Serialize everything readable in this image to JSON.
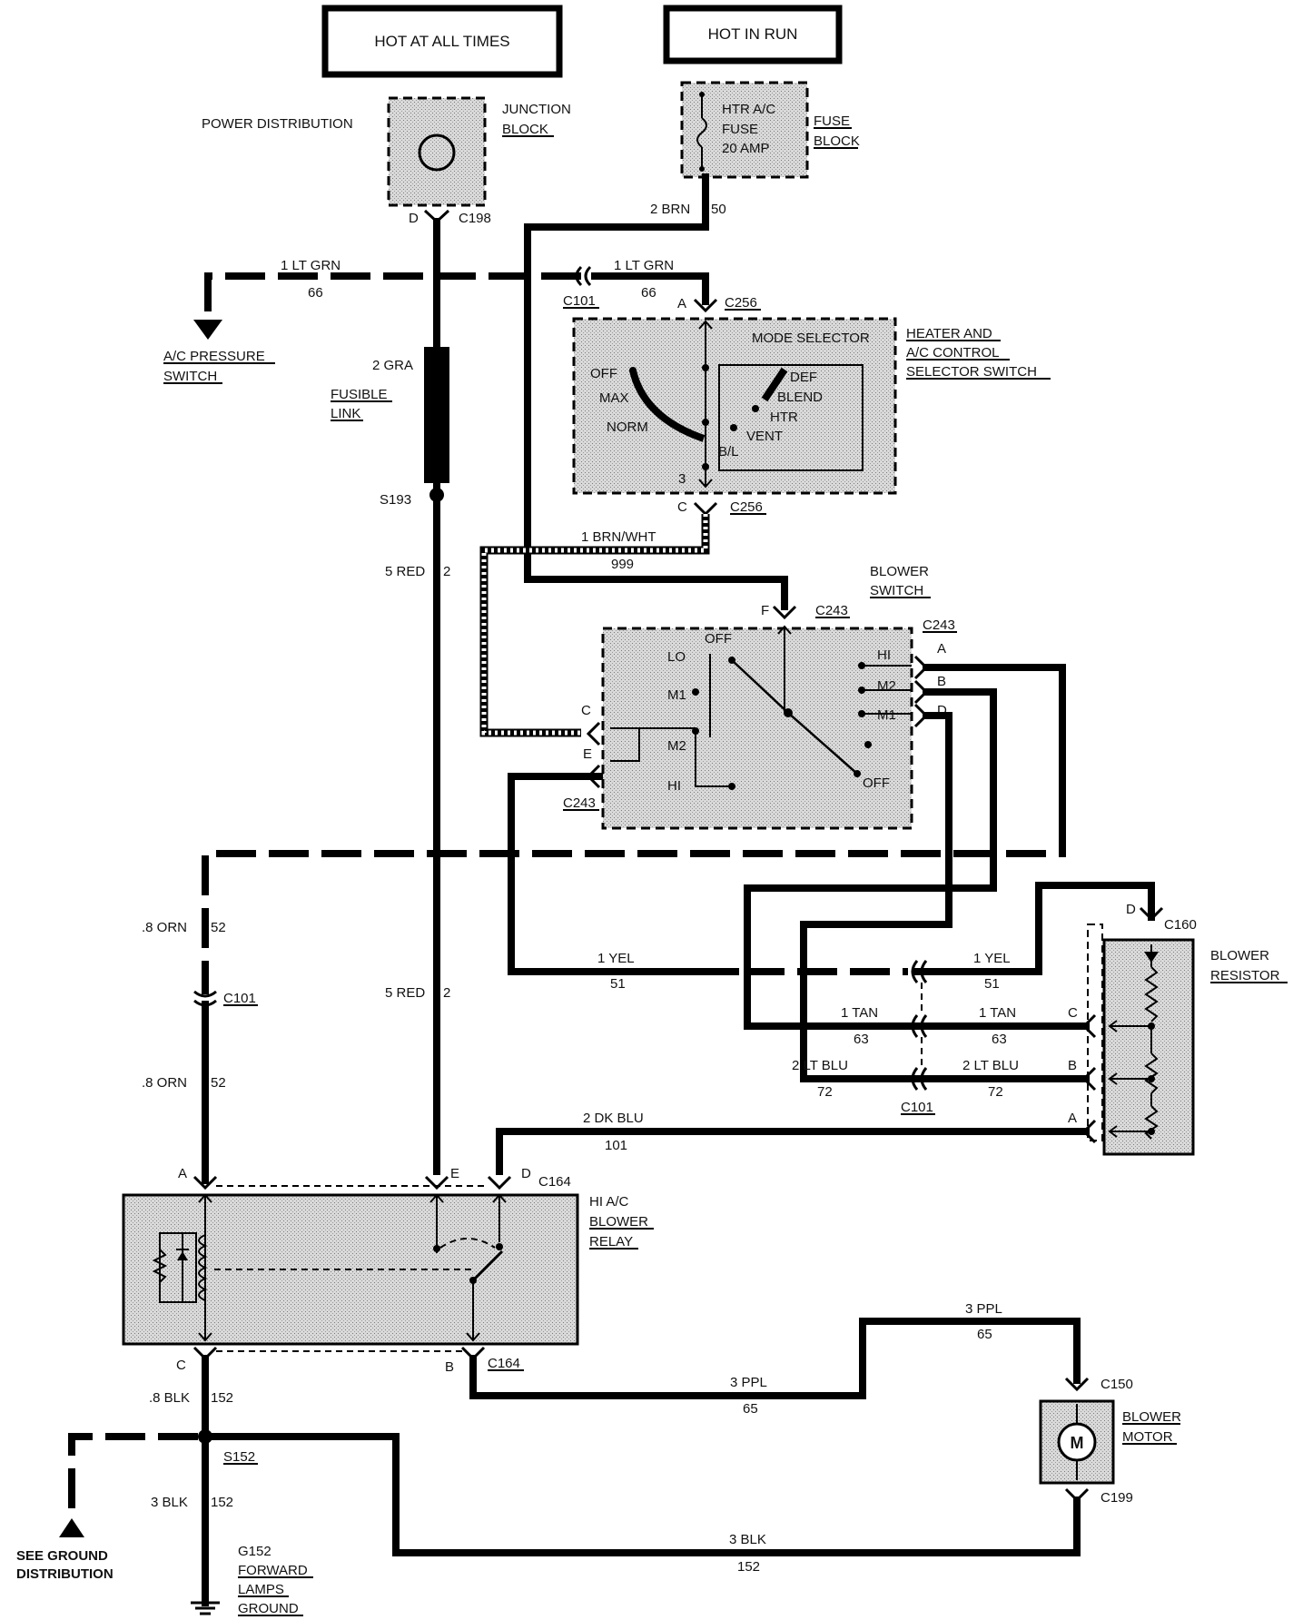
{
  "headers": {
    "hot_at_all_times": "HOT AT ALL TIMES",
    "hot_in_run": "HOT IN RUN"
  },
  "components": {
    "power_distribution": "POWER DISTRIBUTION",
    "junction": "JUNCTION",
    "block": "BLOCK",
    "fuse_block_title": "FUSE",
    "fuse_block_sub": "BLOCK",
    "fuse_line1": "HTR A/C",
    "fuse_line2": "FUSE",
    "fuse_line3": "20 AMP",
    "ac_pressure_1": "A/C PRESSURE",
    "ac_pressure_2": "SWITCH",
    "fusible_1": "FUSIBLE",
    "fusible_2": "LINK",
    "heater_1": "HEATER AND",
    "heater_2": "A/C CONTROL",
    "heater_3": "SELECTOR SWITCH",
    "mode_selector": "MODE SELECTOR",
    "blower_switch_1": "BLOWER",
    "blower_switch_2": "SWITCH",
    "blower_resistor_1": "BLOWER",
    "blower_resistor_2": "RESISTOR",
    "relay_1": "HI  A/C",
    "relay_2": "BLOWER",
    "relay_3": "RELAY",
    "motor_1": "BLOWER",
    "motor_2": "MOTOR",
    "motor_symbol": "M",
    "see_ground_1": "SEE GROUND",
    "see_ground_2": "DISTRIBUTION",
    "g152_1": "G152",
    "g152_2": "FORWARD",
    "g152_3": "LAMPS",
    "g152_4": "GROUND"
  },
  "mode_positions": {
    "off": "OFF",
    "max": "MAX",
    "norm": "NORM",
    "def": "DEF",
    "blend": "BLEND",
    "htr": "HTR",
    "vent": "VENT",
    "bl": "B/L",
    "pin3": "3"
  },
  "blower_positions": {
    "off_top": "OFF",
    "lo": "LO",
    "m1_left": "M1",
    "m2_left": "M2",
    "hi_left": "HI",
    "hi_right": "HI",
    "m2_right": "M2",
    "m1_right": "M1",
    "off_bottom": "OFF"
  },
  "connectors": {
    "c198": "C198",
    "c101": "C101",
    "c256": "C256",
    "c243": "C243",
    "c160": "C160",
    "c164": "C164",
    "c150": "C150",
    "c199": "C199",
    "s193": "S193",
    "s152": "S152"
  },
  "pins": {
    "d": "D",
    "a": "A",
    "b": "B",
    "c": "C",
    "e": "E",
    "f": "F"
  },
  "wires": {
    "lt_grn_1": "1 LT GRN",
    "lt_grn_circ": "66",
    "brn": "2 BRN",
    "brn_circ": "50",
    "gra": "2 GRA",
    "red": "5 RED",
    "red_circ": "2",
    "brn_wht": "1 BRN/WHT",
    "brn_wht_circ": "999",
    "orn": ".8 ORN",
    "orn_circ": "52",
    "yel": "1 YEL",
    "yel_circ": "51",
    "tan": "1 TAN",
    "tan_circ": "63",
    "lt_blu": "2 LT BLU",
    "lt_blu_circ": "72",
    "dk_blu": "2 DK BLU",
    "dk_blu_circ": "101",
    "blk_small": ".8 BLK",
    "blk_circ": "152",
    "blk_3": "3 BLK",
    "ppl": "3 PPL",
    "ppl_circ": "65"
  }
}
